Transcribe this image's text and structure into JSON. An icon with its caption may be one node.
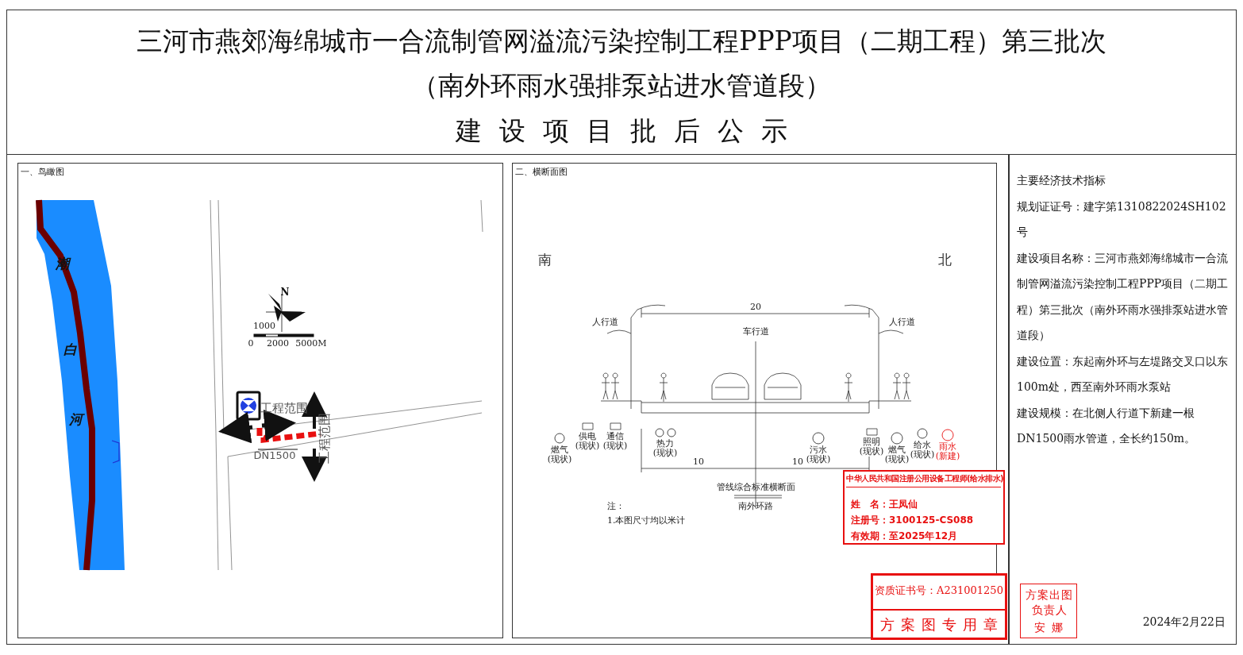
{
  "diagram": {
    "nodes": [
      {
        "text": [
          "三河市燕郊海绵城市一合流制管网溢流污染控制工程PPP项目（二期工程）第三批次",
          "（南外环雨水强排泵站进水管道段）",
          "建设项目批后公示"
        ]
      },
      {
        "text": [
          "一、鸟瞰图"
        ]
      },
      {
        "text": [
          "二、横断面图"
        ]
      },
      {
        "text": [
          "主要经济技术指标",
          "规划证证号：建字第1310822024SH102号",
          "建设项目名称：三河市燕郊海绵城市一合流制管网溢流污染控制工程PPP项目（二期工程）第三批次（南外环雨水强排泵站进水管道段）",
          "建设位置：东起南外环与左堤路交叉口以东100m处，西至南外环雨水泵站",
          "建设规模：在北侧人行道下新建一根DN1500雨水管道，全长约150m。",
          "2024年2月22日"
        ]
      },
      {
        "text": [
          "中华人民共和国注册公用设备工程师(给水排水)",
          "姓　名：王凤仙",
          "注册号：3100125-CS088",
          "有效期：至2025年12月"
        ],
        "in": 2
      },
      {
        "text": [
          "资质证书号：A231001250",
          "方案图专用章"
        ]
      },
      {
        "text": [
          "方案出图负责人",
          "安娜"
        ],
        "in": 3
      }
    ],
    "labels": [
      "潮",
      "白",
      "河",
      "N",
      "1000",
      "0",
      "2000",
      "5000M",
      "工程范围",
      "工程范围",
      "DN1500",
      "南",
      "北",
      "20",
      "人行道",
      "车行道",
      "人行道",
      "燃气(现状)",
      "供电(现状)",
      "通信(现状)",
      "热力(现状)",
      "10",
      "10",
      "污水(现状)",
      "照明(现状)",
      "燃气(现状)",
      "给水(现状)",
      "雨水(新建)",
      "管线综合标准横断面",
      "注：",
      "南外环路",
      "1.本图尺寸均以米计"
    ]
  }
}
